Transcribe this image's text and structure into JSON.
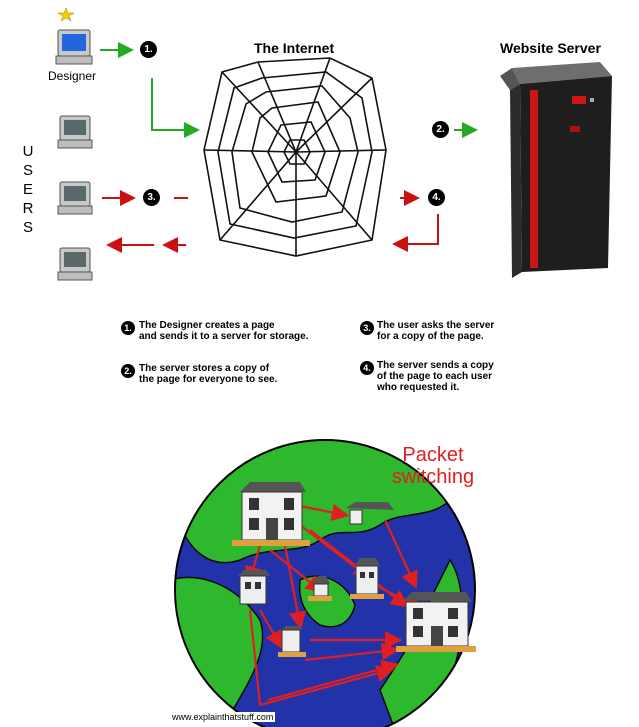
{
  "titles": {
    "internet": "The Internet",
    "server": "Website Server"
  },
  "designer_label": "Designer",
  "users_label": [
    "U",
    "S",
    "E",
    "R",
    "S"
  ],
  "steps": [
    {
      "num": "1.",
      "text": "The Designer creates a page\nand sends it to a server for storage."
    },
    {
      "num": "2.",
      "text": "The server stores a copy of\nthe page for everyone to see."
    },
    {
      "num": "3.",
      "text": "The user asks the server\nfor a copy of the page."
    },
    {
      "num": "4.",
      "text": "The server sends a copy\nof the page to each user\nwho requested it."
    }
  ],
  "packet_label": "Packet\nswitching",
  "credit": "www.explainthatstuff.com",
  "colors": {
    "green_arrow": "#22aa22",
    "red_arrow": "#cc1111",
    "ocean": "#2233aa",
    "land": "#2eb82e",
    "packet_red": "#e02020"
  }
}
